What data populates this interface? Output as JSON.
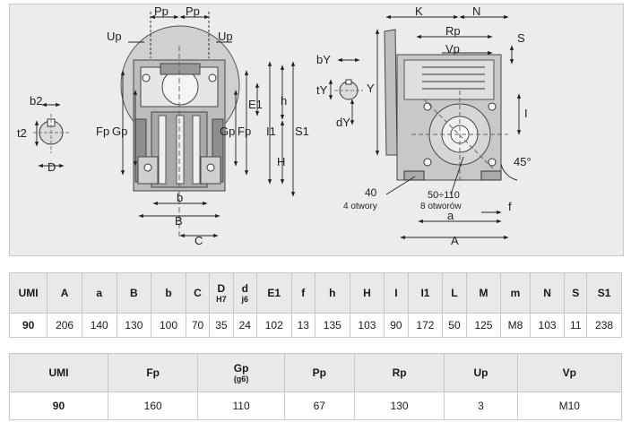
{
  "drawing": {
    "labels": {
      "pp": "Pp",
      "up": "Up",
      "b2": "b2",
      "t2": "t2",
      "d": "D",
      "fp": "Fp",
      "gp": "Gp",
      "e1": "E1",
      "i1": "I1",
      "h": "h",
      "h_upper": "H",
      "s1": "S1",
      "b": "b",
      "b_upper": "B",
      "c": "C",
      "by": "bY",
      "ty": "tY",
      "dy": "dY",
      "y": "Y",
      "k": "K",
      "n": "N",
      "rp": "Rp",
      "vp": "Vp",
      "s": "S",
      "i": "I",
      "angle": "45°",
      "holes_40": "40",
      "holes_4": "4 otwory",
      "holes_range": "50÷110",
      "holes_8": "8 otworów",
      "a": "a",
      "a_upper": "A",
      "f": "f"
    }
  },
  "table1": {
    "headers": [
      {
        "main": "UMI",
        "sub": ""
      },
      {
        "main": "A",
        "sub": ""
      },
      {
        "main": "a",
        "sub": ""
      },
      {
        "main": "B",
        "sub": ""
      },
      {
        "main": "b",
        "sub": ""
      },
      {
        "main": "C",
        "sub": ""
      },
      {
        "main": "D",
        "sub": "H7"
      },
      {
        "main": "d",
        "sub": "j6"
      },
      {
        "main": "E1",
        "sub": ""
      },
      {
        "main": "f",
        "sub": ""
      },
      {
        "main": "h",
        "sub": ""
      },
      {
        "main": "H",
        "sub": ""
      },
      {
        "main": "I",
        "sub": ""
      },
      {
        "main": "I1",
        "sub": ""
      },
      {
        "main": "L",
        "sub": ""
      },
      {
        "main": "M",
        "sub": ""
      },
      {
        "main": "m",
        "sub": ""
      },
      {
        "main": "N",
        "sub": ""
      },
      {
        "main": "S",
        "sub": ""
      },
      {
        "main": "S1",
        "sub": ""
      }
    ],
    "row": [
      "90",
      "206",
      "140",
      "130",
      "100",
      "70",
      "35",
      "24",
      "102",
      "13",
      "135",
      "103",
      "90",
      "172",
      "50",
      "125",
      "M8",
      "103",
      "11",
      "238"
    ]
  },
  "table2": {
    "headers": [
      {
        "main": "UMI",
        "sub": ""
      },
      {
        "main": "Fp",
        "sub": ""
      },
      {
        "main": "Gp",
        "sub": "(g6)"
      },
      {
        "main": "Pp",
        "sub": ""
      },
      {
        "main": "Rp",
        "sub": ""
      },
      {
        "main": "Up",
        "sub": ""
      },
      {
        "main": "Vp",
        "sub": ""
      }
    ],
    "row": [
      "90",
      "160",
      "110",
      "67",
      "130",
      "3",
      "M10"
    ]
  }
}
